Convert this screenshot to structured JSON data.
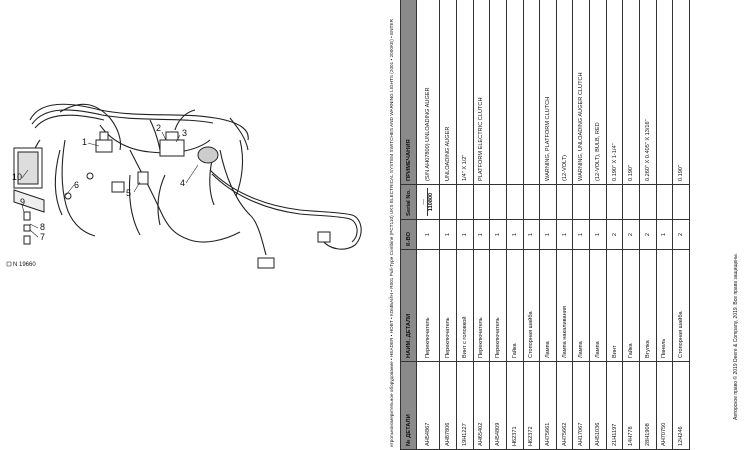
{
  "header_line": "нтрольноизмерительное оборудование • HEADER • HOBT • КОМБАЙН • R001 Pull-Type Combine (PCT110) UKS ELECTRICAL SYSTEM SWITCHES AND WARNING LIGHTS (2001 • 2000KE) • ENTER",
  "figure_id": "N 19660",
  "copyright": "Авторское право © 2019 Deere & Company, 2019. Все права защищены.",
  "callouts": [
    "1",
    "2",
    "3",
    "4",
    "5",
    "6",
    "7",
    "8",
    "9",
    "10"
  ],
  "table": {
    "headers": [
      "№ ДЕТАЛИ",
      "НАИМ. ДЕТАЛИ",
      "К-ВО",
      "Serial No.",
      "ПРИМЕЧАНИЯ"
    ],
    "rows": [
      {
        "part": "AH54867",
        "name": "Переключатель",
        "qty": "1",
        "serial_top": "—",
        "serial_bottom": "110800",
        "note": "(S/N AH07800) UNLOADING AUGER"
      },
      {
        "part": "AH87806",
        "name": "Переключатель",
        "qty": "1",
        "serial_top": "",
        "serial_bottom": "",
        "note": "UNLOADING AUGER"
      },
      {
        "part": "19H1227",
        "name": "Винт с головкой",
        "qty": "1",
        "serial_top": "",
        "serial_bottom": "",
        "note": "1/4\" X 1/2\""
      },
      {
        "part": "AH65402",
        "name": "Переключатель",
        "qty": "1",
        "serial_top": "",
        "serial_bottom": "",
        "note": "PLATFORM ELECTRIC CLUTCH"
      },
      {
        "part": "AH54809",
        "name": "Переключатель",
        "qty": "1",
        "serial_top": "",
        "serial_bottom": "",
        "note": ""
      },
      {
        "part": "H62371",
        "name": "Гайка",
        "qty": "1",
        "serial_top": "",
        "serial_bottom": "",
        "note": ""
      },
      {
        "part": "H62372",
        "name": "Стопорная шайба",
        "qty": "1",
        "serial_top": "",
        "serial_bottom": "",
        "note": ""
      },
      {
        "part": "AH75661",
        "name": "Лампа",
        "qty": "1",
        "serial_top": "",
        "serial_bottom": "",
        "note": "WARNING, PLATFORM CLUTCH"
      },
      {
        "part": "AH75662",
        "name": "Лампа накаливания",
        "qty": "1",
        "serial_top": "",
        "serial_bottom": "",
        "note": "(12-VOLT)"
      },
      {
        "part": "AH17067",
        "name": "Лампа",
        "qty": "1",
        "serial_top": "",
        "serial_bottom": "",
        "note": "WARNING, UNLOADING AUGER CLUTCH"
      },
      {
        "part": "AH51036",
        "name": "Лампа",
        "qty": "1",
        "serial_top": "",
        "serial_bottom": "",
        "note": "(12-VOLT), BULB, RED"
      },
      {
        "part": "21H1197",
        "name": "Винт",
        "qty": "2",
        "serial_top": "",
        "serial_bottom": "",
        "note": "0.190\" X 1-1/4\""
      },
      {
        "part": "14H778",
        "name": "Гайка",
        "qty": "2",
        "serial_top": "",
        "serial_bottom": "",
        "note": "0.190\""
      },
      {
        "part": "28H1908",
        "name": "Втулка",
        "qty": "2",
        "serial_top": "",
        "serial_bottom": "",
        "note": "0.260\" X 0.405\" X 13/16\""
      },
      {
        "part": "AH70750",
        "name": "Панель",
        "qty": "1",
        "serial_top": "",
        "serial_bottom": "",
        "note": ""
      },
      {
        "part": "12H246",
        "name": "Стопорная шайба",
        "qty": "2",
        "serial_top": "",
        "serial_bottom": "",
        "note": "0.190\""
      }
    ]
  }
}
